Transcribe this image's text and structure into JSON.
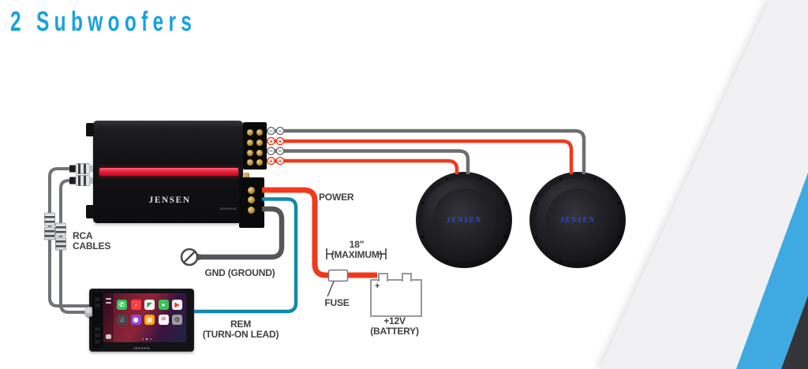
{
  "title": "2 Subwoofers",
  "colors": {
    "accent_blue": "#16a2df",
    "wire_red": "#f2381b",
    "wire_gray": "#6d6e71",
    "wire_ground": "#55565a",
    "wire_remote": "#1289aa",
    "label_text": "#414042",
    "band_blue": "#3fa9e1",
    "band_dark": "#333538",
    "band_light": "#f1f1f4",
    "amp_stripe_red": "#f01c38",
    "sub_logo_blue": "#2e46d6"
  },
  "amplifier": {
    "brand": "JENSEN",
    "model": "XDA94100"
  },
  "subwoofer": {
    "brand": "JENSEN"
  },
  "head_unit": {
    "brand": "JENSEN",
    "apps": [
      {
        "name": "phone",
        "bg": "#34c759",
        "fg": "#ffffff",
        "glyph": "✆"
      },
      {
        "name": "music",
        "bg": "#fc3c44",
        "fg": "#ffffff",
        "glyph": "♪"
      },
      {
        "name": "maps",
        "bg": "#f5f7f8",
        "fg": "#34a853",
        "glyph": "◤"
      },
      {
        "name": "messages",
        "bg": "#34c759",
        "fg": "#ffffff",
        "glyph": "●"
      },
      {
        "name": "play",
        "bg": "#f2f2f5",
        "fg": "#e0452c",
        "glyph": "▶"
      },
      {
        "name": "now-playing",
        "bg": "#47474d",
        "fg": "#d8d8dc",
        "glyph": "♫"
      },
      {
        "name": "podcasts",
        "bg": "#9146e0",
        "fg": "#ffffff",
        "glyph": "◉"
      },
      {
        "name": "audiobooks",
        "bg": "#ff9f0a",
        "fg": "#ffffff",
        "glyph": "▤"
      },
      {
        "name": "calendar",
        "bg": "#f5f5f7",
        "fg": "#e8273c",
        "glyph": "19"
      },
      {
        "name": "settings",
        "bg": "#9a9aa0",
        "fg": "#4a4a4f",
        "glyph": "⚙"
      }
    ]
  },
  "labels": {
    "rca_line1": "RCA",
    "rca_line2": "CABLES",
    "ground": "GND (GROUND)",
    "power": "POWER",
    "rem_line1": "REM",
    "rem_line2": "(TURN-ON LEAD)",
    "fuse": "FUSE",
    "max_line1": "18\"",
    "max_line2": "(MAXIMUM)",
    "battery_line1": "+12V",
    "battery_line2": "(BATTERY)",
    "battery_plus": "+"
  },
  "terminals": {
    "positive": "+",
    "negative": "−"
  }
}
